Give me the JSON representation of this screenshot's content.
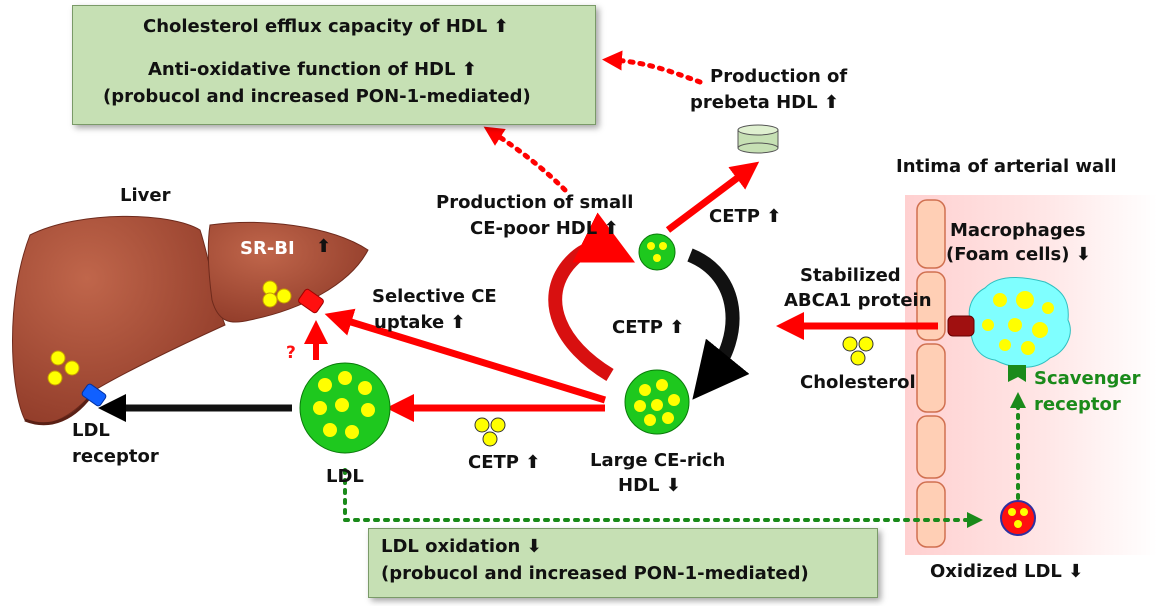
{
  "top_box": {
    "line1": "Cholesterol efflux capacity of HDL ⬆",
    "line2": "Anti-oxidative function of HDL ⬆",
    "line3": "(probucol and increased PON-1-mediated)"
  },
  "bottom_box": {
    "line1": "LDL oxidation ⬇",
    "line2": "(probucol and increased PON-1-mediated)"
  },
  "labels": {
    "prebeta_1": "Production of",
    "prebeta_2": "prebeta HDL ⬆",
    "intima": "Intima of arterial wall",
    "liver": "Liver",
    "srbi": "SR-BI",
    "srbi_arrow": "⬆",
    "small_hdl_1": "Production of small",
    "small_hdl_2": "CE-poor HDL ⬆",
    "cetp_top": "CETP ⬆",
    "macrophages_1": "Macrophages",
    "macrophages_2": "(Foam cells) ⬇",
    "stabilized_1": "Stabilized",
    "stabilized_2": "ABCA1 protein",
    "selective_1": "Selective CE",
    "selective_2": "uptake ⬆",
    "cetp_cycle": "CETP ⬆",
    "question": "?",
    "cholesterol": "Cholesterol",
    "scavenger_1": "Scavenger",
    "scavenger_2": "receptor",
    "ldl_receptor_1": "LDL",
    "ldl_receptor_2": "receptor",
    "cetp_bottom": "CETP ⬆",
    "large_hdl_1": "Large CE-rich",
    "large_hdl_2": "HDL ⬇",
    "ldl": "LDL",
    "oxidized_ldl": "Oxidized LDL ⬇"
  },
  "colors": {
    "red_arrow": "#ff0000",
    "green_particle": "#1ec81e",
    "yellow_dot": "#ffff00",
    "liver": "#a84b35",
    "box_fill": "#c6e0b4",
    "foam_cell": "#7fffff",
    "scavenger_green": "#1a8a1a",
    "receptor_blue": "#1060ff"
  }
}
